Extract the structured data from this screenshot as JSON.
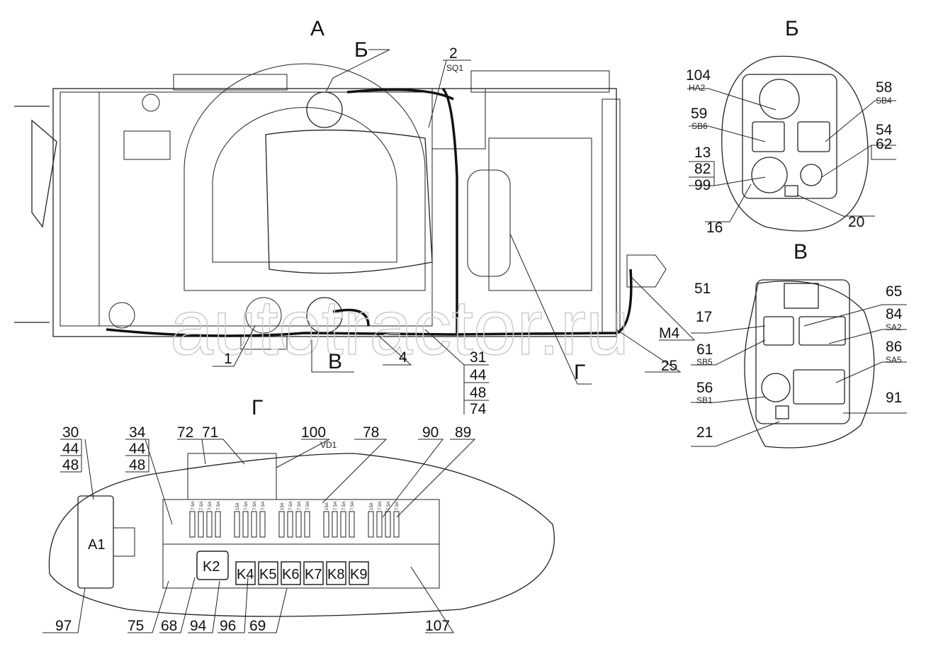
{
  "titles": {
    "main": "А",
    "view_b": "Б",
    "view_v": "В",
    "view_g": "Г"
  },
  "main_view": {
    "callout_b": "Б",
    "callout_v": "В",
    "callout_g": "Г",
    "sq1_num": "2",
    "sq1_ref": "SQ1",
    "label_1": "1",
    "label_4": "4",
    "label_25": "25",
    "label_m4": "M4",
    "stack": [
      "31",
      "44",
      "48",
      "74"
    ]
  },
  "view_b": {
    "ha2_num": "104",
    "ha2_ref": "HA2",
    "sb6_num": "59",
    "sb6_ref": "SB6",
    "stack": [
      "13",
      "82",
      "99"
    ],
    "label_16": "16",
    "label_20": "20",
    "sb4_num": "58",
    "sb4_ref": "SB4",
    "stack_right": [
      "54",
      "62"
    ]
  },
  "view_v": {
    "label_51": "51",
    "label_17": "17",
    "sb5_num": "61",
    "sb5_ref": "SB5",
    "sb1_num": "56",
    "sb1_ref": "SB1",
    "label_21": "21",
    "label_65": "65",
    "sa2_num": "84",
    "sa2_ref": "SA2",
    "sa5_num": "86",
    "sa5_ref": "SA5",
    "label_91": "91"
  },
  "view_g": {
    "stack_a": [
      "30",
      "44",
      "48"
    ],
    "stack_b": [
      "34",
      "44",
      "48"
    ],
    "label_72": "72",
    "label_71": "71",
    "vd1_num": "100",
    "vd1_ref": "VD1",
    "label_78": "78",
    "label_90": "90",
    "label_89": "89",
    "label_97": "97",
    "label_75": "75",
    "label_68": "68",
    "label_94": "94",
    "label_96": "96",
    "label_69": "69",
    "label_107": "107",
    "module_a1": "A1",
    "relays": [
      "K2",
      "K4",
      "K5",
      "K6",
      "K7",
      "K8",
      "K9"
    ],
    "fuse_ratings": [
      "7.5A",
      "7.5A",
      "7.5A",
      "7.5A",
      "15A",
      "7.5A",
      "7.5A",
      "7.5A",
      "15A",
      "7.5A",
      "7.5A",
      "7.5A",
      "15A",
      "7.5A",
      "7.5A",
      "7.5A",
      "15A",
      "7.5A",
      "7.5A",
      "7.5A"
    ]
  },
  "watermark": "autotractor.ru"
}
